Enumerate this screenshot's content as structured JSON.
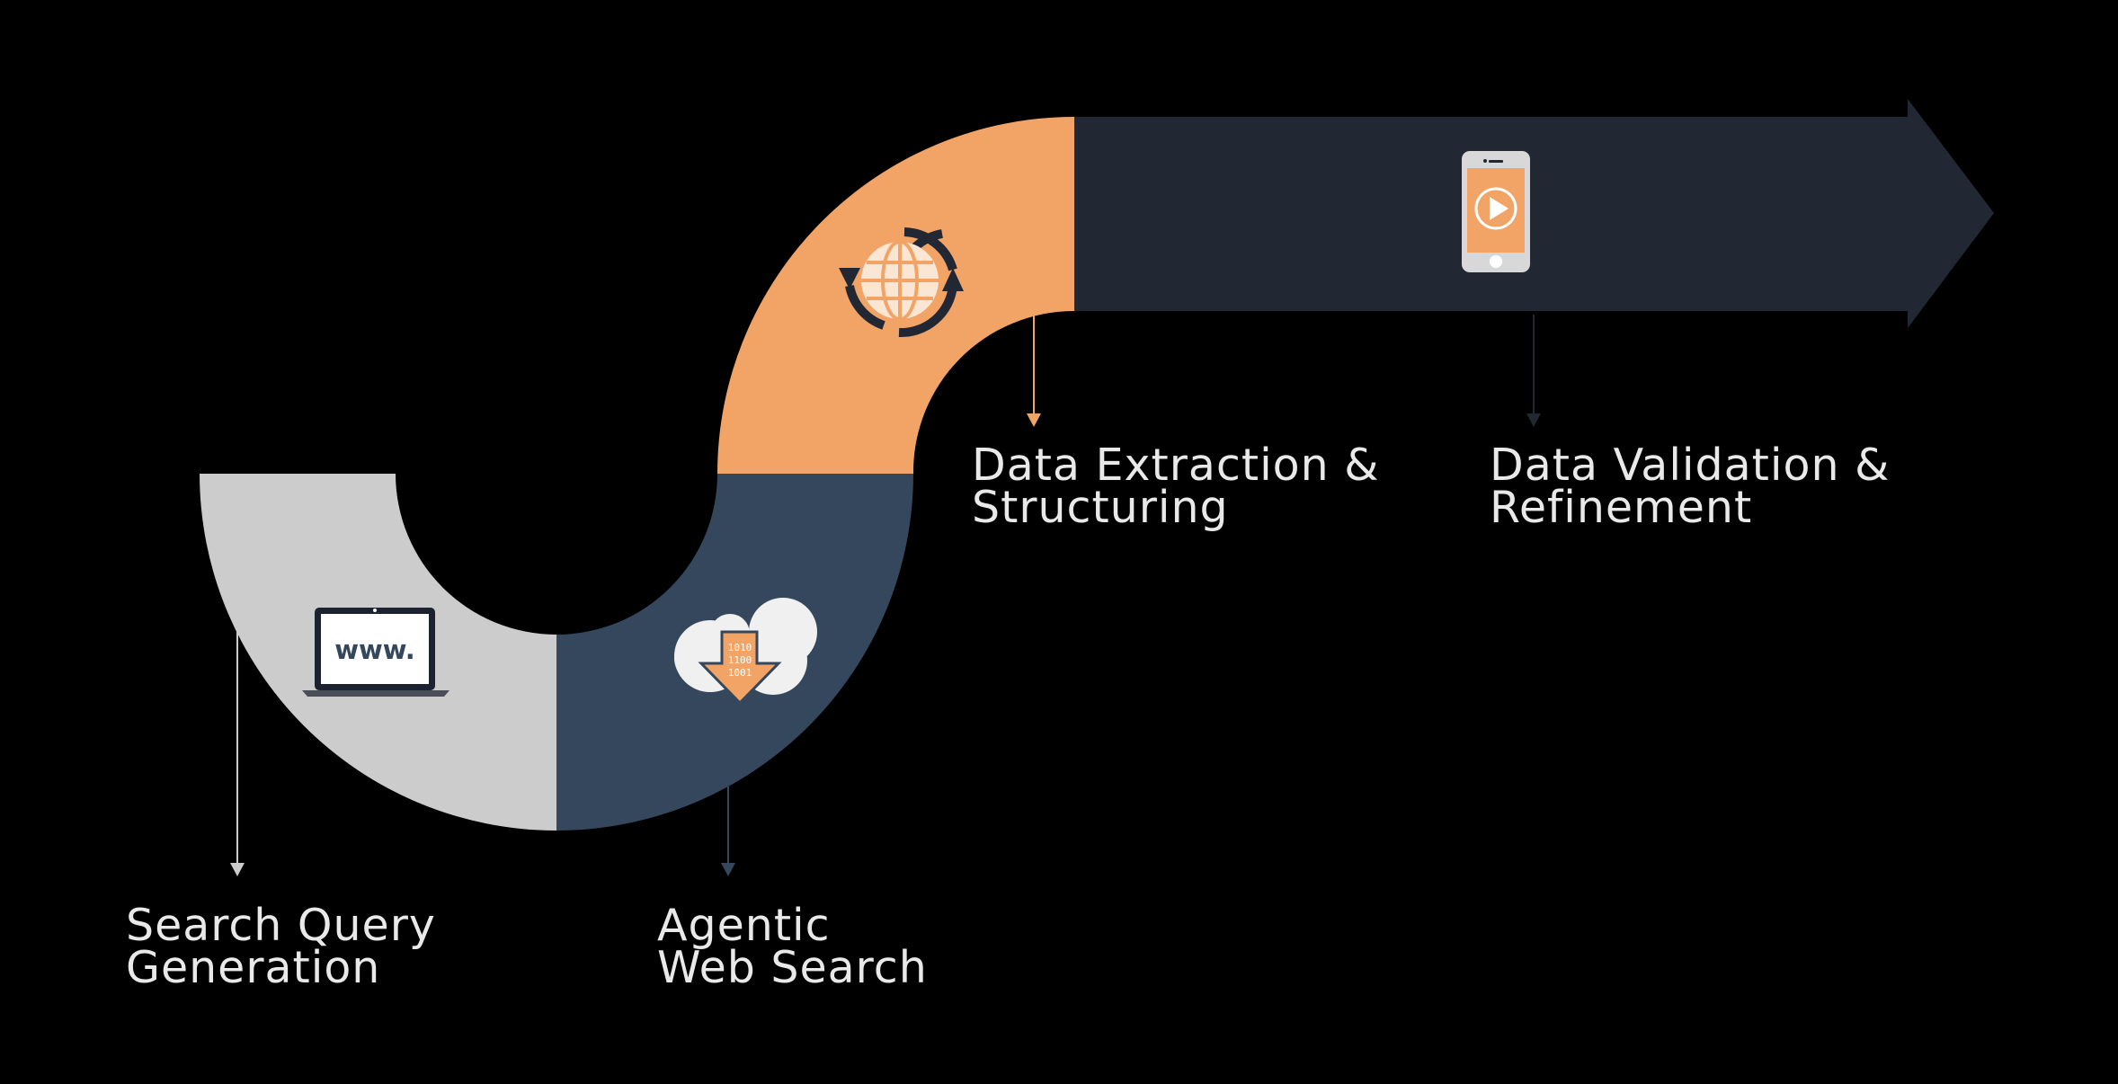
{
  "colors": {
    "background": "#000000",
    "stage1": "#cccccc",
    "stage2": "#34475c",
    "stage3": "#f2a467",
    "stage4": "#222833",
    "label_text": "#e9e9e9"
  },
  "steps": [
    {
      "line1": "Search Query",
      "line2": "Generation",
      "icon": "laptop-www-icon",
      "icon_text": "www."
    },
    {
      "line1": "Agentic",
      "line2": "Web Search",
      "icon": "cloud-download-icon",
      "icon_text": [
        "1010",
        "1100",
        "1001"
      ]
    },
    {
      "line1": "Data Extraction &",
      "line2": "Structuring",
      "icon": "globe-sync-icon"
    },
    {
      "line1": "Data Validation &",
      "line2": "Refinement",
      "icon": "smartphone-play-icon"
    }
  ]
}
